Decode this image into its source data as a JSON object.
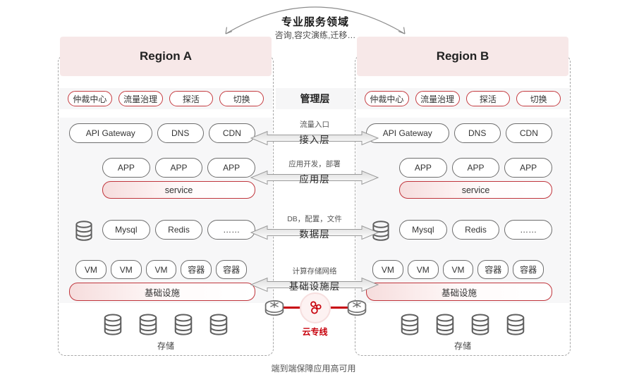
{
  "top": {
    "title": "专业服务领域",
    "subtitle": "咨询,容灾演练,迁移…"
  },
  "management": {
    "title": "管理层",
    "layers": [
      {
        "note": "流量入口",
        "label": "接入层"
      },
      {
        "note": "应用开发，部署",
        "label": "应用层"
      },
      {
        "note": "DB，配置，文件",
        "label": "数据层"
      },
      {
        "note": "计算存储网络",
        "label": "基础设施层"
      }
    ],
    "cloud_link": "云专线"
  },
  "regions": [
    {
      "name": "Region A",
      "controls": [
        "仲裁中心",
        "流量治理",
        "探活",
        "切换"
      ],
      "access": [
        "API Gateway",
        "DNS",
        "CDN"
      ],
      "apps": [
        "APP",
        "APP",
        "APP"
      ],
      "service_bar": "service",
      "data_services": [
        "Mysql",
        "Redis",
        "……"
      ],
      "compute": [
        "VM",
        "VM",
        "VM",
        "容器",
        "容器"
      ],
      "infra_bar": "基础设施",
      "storage_label": "存储"
    },
    {
      "name": "Region B",
      "controls": [
        "仲裁中心",
        "流量治理",
        "探活",
        "切换"
      ],
      "access": [
        "API Gateway",
        "DNS",
        "CDN"
      ],
      "apps": [
        "APP",
        "APP",
        "APP"
      ],
      "service_bar": "service",
      "data_services": [
        "Mysql",
        "Redis",
        "……"
      ],
      "compute": [
        "VM",
        "VM",
        "VM",
        "容器",
        "容器"
      ],
      "infra_bar": "基础设施",
      "storage_label": "存储"
    }
  ],
  "footer": {
    "caption": "端到端保障应用高可用"
  },
  "colors": {
    "accent_red": "#c53c41",
    "bright_red": "#c7000b",
    "header_pink": "#f7e8e8",
    "band_gray": "#f6f6f7"
  }
}
